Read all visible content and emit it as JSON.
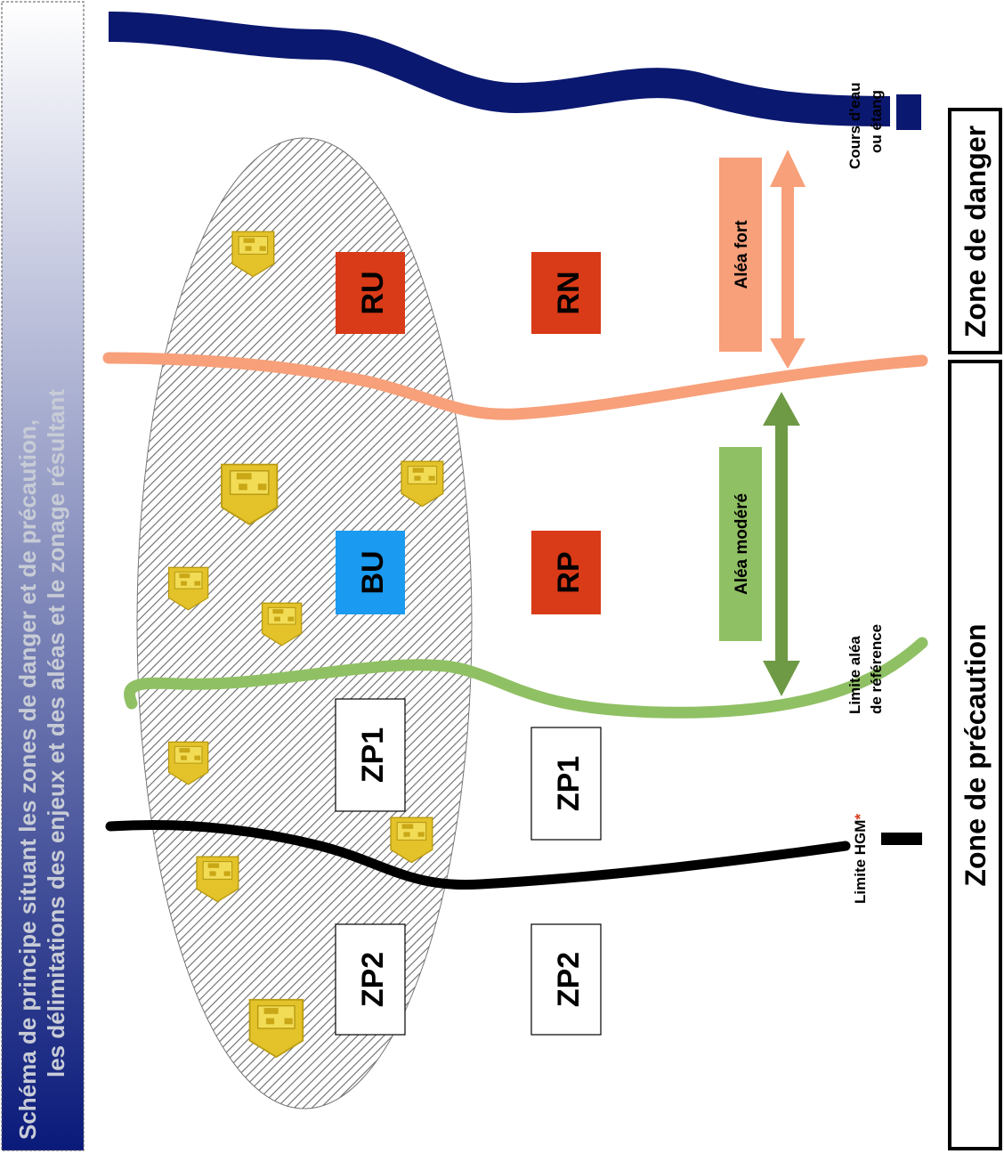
{
  "title": {
    "line1": "Schéma de principe situant les zones de danger et de précaution,",
    "line2": "les délimitations des enjeux et des aléas et le zonage résultant"
  },
  "zones": {
    "ru": "RU",
    "rn": "RN",
    "bu": "BU",
    "rp": "RP",
    "zp1_inside": "ZP1",
    "zp1_outside": "ZP1",
    "zp2_inside": "ZP2",
    "zp2_outside": "ZP2"
  },
  "arrows": {
    "alea_fort": "Aléa fort",
    "alea_modere": "Aléa modéré"
  },
  "labels": {
    "cours_line1": "Cours d'eau",
    "cours_line2": "ou étang",
    "limite_alea_line1": "Limite aléa",
    "limite_alea_line2": "de référence",
    "limite_hgm": "Limite HGM",
    "asterisk": "*"
  },
  "boxes": {
    "zone_danger": "Zone de danger",
    "zone_precaution": "Zone de précaution"
  },
  "colors": {
    "title_bar_start": "#0a1a7a",
    "title_bar_end": "#ffffff",
    "river": "#0b1870",
    "alea_fort": "#f7a07a",
    "alea_modere": "#8fbf63",
    "arrow_modere": "#6f9a45",
    "hgm": "#000000",
    "red_zone": "#d93a17",
    "blue_zone": "#1a9af0",
    "house": "#e9c51f",
    "hatch": "#888888"
  },
  "icons": {
    "house": "house-icon"
  }
}
